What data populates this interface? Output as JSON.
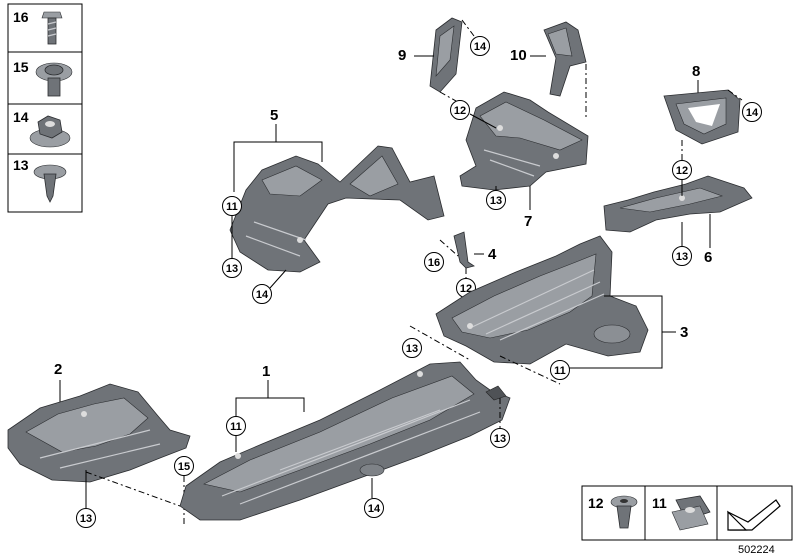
{
  "legend_left": [
    {
      "number": "16",
      "icon": "bolt-icon"
    },
    {
      "number": "15",
      "icon": "expanding-nut-icon"
    },
    {
      "number": "14",
      "icon": "hex-collar-nut-icon"
    },
    {
      "number": "13",
      "icon": "self-tapping-screw-icon"
    }
  ],
  "legend_bottom": [
    {
      "number": "12",
      "icon": "expanding-rivet-icon"
    },
    {
      "number": "11",
      "icon": "spring-nut-icon"
    },
    {
      "number": "",
      "icon": "arrow-indicator-icon"
    }
  ],
  "part_labels": {
    "p1": "1",
    "p2": "2",
    "p3": "3",
    "p4": "4",
    "p5": "5",
    "p6": "6",
    "p7": "7",
    "p8": "8",
    "p9": "9",
    "p10": "10"
  },
  "callouts": {
    "c9_14": "14",
    "c10_12": "12",
    "c7_13": "13",
    "c8_14": "14",
    "c6_12": "12",
    "c6_13": "13",
    "c5_11": "11",
    "c5_13": "13",
    "c5_14": "14",
    "c4_16": "16",
    "c4_12": "12",
    "c3_13": "13",
    "c3_11": "11",
    "c2_13": "13",
    "c2_15": "15",
    "c1_11": "11",
    "c1_14": "14",
    "c1_13": "13"
  },
  "reference_number": "502224"
}
